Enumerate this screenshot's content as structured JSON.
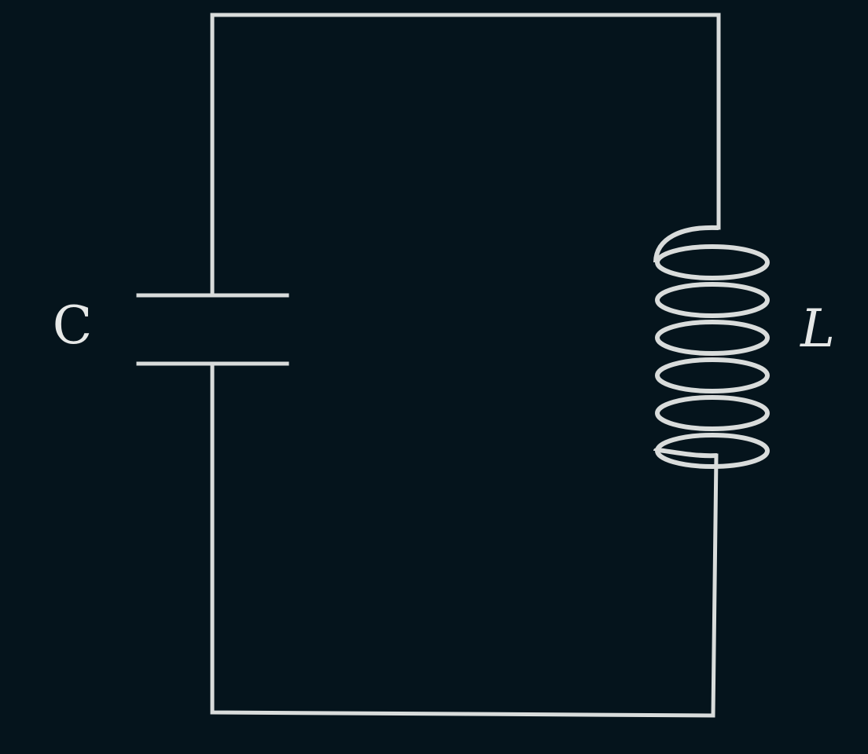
{
  "diagram": {
    "type": "LC circuit",
    "capacitor_label": "C",
    "inductor_label": "L",
    "inductor_turns": 6,
    "colors": {
      "background": "#05141c",
      "stroke": "#d9dcdb",
      "text": "#e6e8e7"
    }
  }
}
